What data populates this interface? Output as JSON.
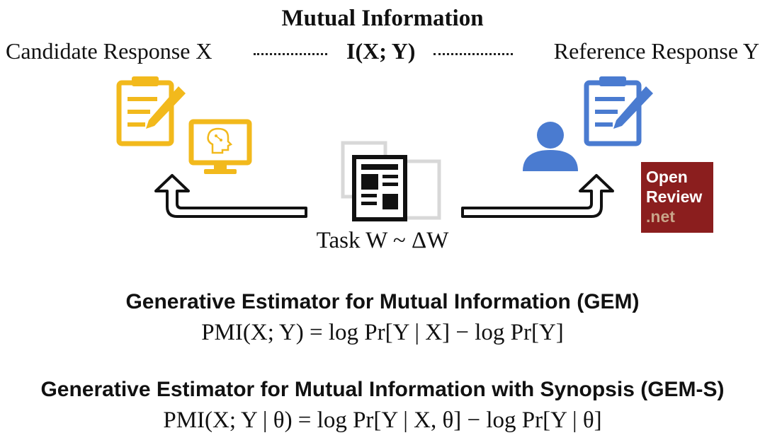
{
  "header": {
    "title": "Mutual Information",
    "candidate_label": "Candidate Response X",
    "mi_symbol": "I(X; Y)",
    "reference_label": "Reference Response Y"
  },
  "task_label": "Task W ~ ΔW",
  "logo": {
    "line1": "Open",
    "line2": "Review",
    "line3": ".net"
  },
  "gem": {
    "title": "Generative Estimator for Mutual Information (GEM)",
    "equation": "PMI(X; Y) = log Pr[Y | X] − log Pr[Y]"
  },
  "gem_s": {
    "title": "Generative Estimator for Mutual Information with Synopsis (GEM-S)",
    "equation": "PMI(X; Y | θ) = log Pr[Y | X, θ] − log Pr[Y | θ]"
  },
  "icons": [
    "clipboard-pen-icon",
    "monitor-brain-icon",
    "newspaper-icon",
    "user-icon",
    "clipboard-pen-icon"
  ],
  "colors": {
    "candidate": "#f2b91c",
    "reference": "#4a7bd0",
    "logo_bg": "#8b1e1e"
  }
}
